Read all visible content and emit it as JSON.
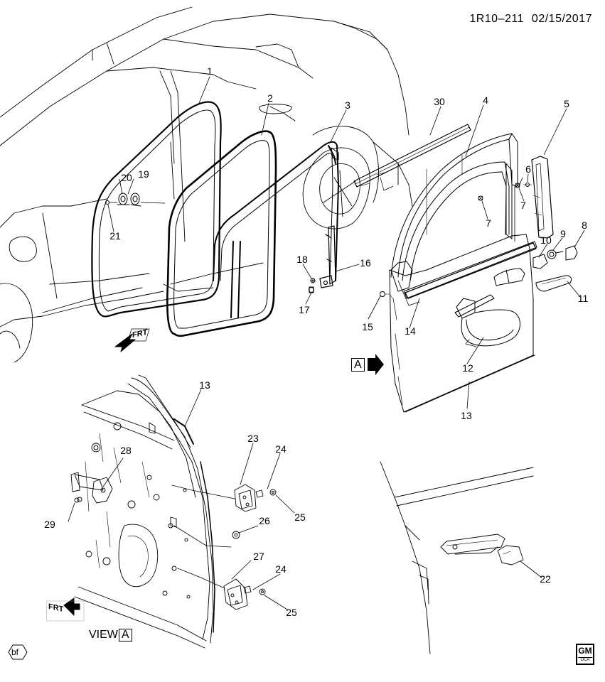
{
  "header": {
    "code": "1R10–211",
    "date": "02/15/2017"
  },
  "callouts": {
    "c1": "1",
    "c2": "2",
    "c3": "3",
    "c30": "30",
    "c4": "4",
    "c5": "5",
    "c6": "6",
    "c7a": "7",
    "c7b": "7",
    "c8": "8",
    "c9": "9",
    "c10": "10",
    "c11": "11",
    "c12": "12",
    "c13a": "13",
    "c13b": "13",
    "c14": "14",
    "c15": "15",
    "c16": "16",
    "c17": "17",
    "c18": "18",
    "c19": "19",
    "c20": "20",
    "c21": "21",
    "c22": "22",
    "c23": "23",
    "c24a": "24",
    "c24b": "24",
    "c25a": "25",
    "c25b": "25",
    "c26": "26",
    "c27": "27",
    "c28": "28",
    "c29": "29"
  },
  "view": {
    "label": "VIEW",
    "letter": "A"
  },
  "marker": {
    "letter": "A"
  },
  "frt": {
    "top": "FRT",
    "bottom": "FRT"
  },
  "badge": {
    "text": "bf"
  },
  "logo": {
    "text": "GM",
    "sub": "OCA"
  }
}
